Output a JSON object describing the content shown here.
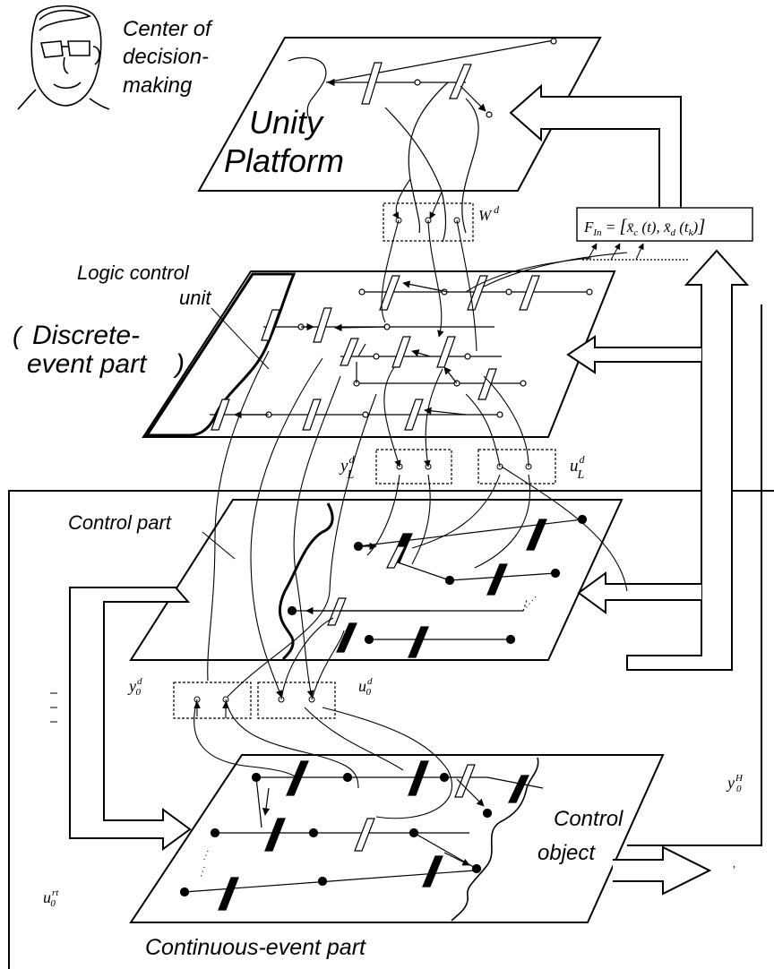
{
  "decision_center": {
    "label_line1": "Center of",
    "label_line2": "decision-",
    "label_line3": "making"
  },
  "layers": {
    "unity": {
      "title_line1": "Unity",
      "title_line2": "Platform"
    },
    "logic": {
      "label_line1": "Logic control",
      "label_line2": "unit",
      "paren_open": "(",
      "paren_close": ")",
      "part_line1": "Discrete-",
      "part_line2": "event part"
    },
    "control_part": {
      "label": "Control part"
    },
    "control_object": {
      "label_line1": "Control",
      "label_line2": "object"
    },
    "continuous": {
      "label": "Continuous-event part"
    }
  },
  "symbols": {
    "W": "W",
    "W_sup": "d",
    "yL": "y",
    "yL_sup": "d",
    "yL_sub": "L",
    "uL": "u",
    "uL_sup": "d",
    "uL_sub": "L",
    "y0": "y",
    "y0_sup": "d",
    "y0_sub": "0",
    "u0": "u",
    "u0_sup": "d",
    "u0_sub": "0",
    "y0H": "y",
    "y0H_sup": "H",
    "y0H_sub": "0",
    "u0rt": "u",
    "u0rt_sup": "rt",
    "u0rt_sub": "0"
  },
  "formula": {
    "F": "F",
    "F_sub": "In",
    "eq": " = ",
    "lb": "[",
    "x1": "x̄",
    "x1_sub": "c",
    "arg1": " (t), ",
    "x2": "x̄",
    "x2_sub": "d",
    "arg2": " (t",
    "arg2_sub": "k",
    "arg2_end": ")",
    "rb": "]"
  },
  "colors": {
    "ink": "#000000",
    "paper": "#ffffff"
  }
}
